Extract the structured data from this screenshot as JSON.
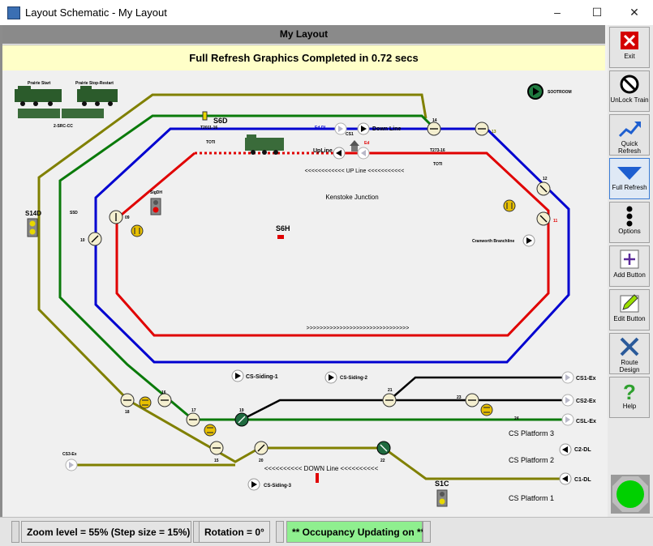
{
  "window": {
    "title": "Layout Schematic - My Layout",
    "controls": [
      "–",
      "☐",
      "✕"
    ]
  },
  "header": {
    "title": "My Layout"
  },
  "status": {
    "message": "Full Refresh Graphics Completed in 0.72 secs"
  },
  "colors": {
    "up_line": "#e00000",
    "down_line": "#0000d0",
    "green_line": "#0a7a0a",
    "olive_line": "#808000",
    "siding": "#000000",
    "status_bg": "#ffffc8",
    "occupancy_bg": "#8fef8f"
  },
  "schematic": {
    "rolling_stock": {
      "loco1": "Prairie Start",
      "loco2": "Prairie Stop-Restart",
      "coach": "2-SRC-CC"
    },
    "sound": "SOOTROOM",
    "lines": {
      "up": "<<<<<<<<<<<< UP Line <<<<<<<<<<<",
      "down": ">>>>>>>>>>>>>>>>>>>>>>>>>>>>>>>",
      "down_bottom": "<<<<<<<<<< DOWN Line <<<<<<<<<<"
    },
    "station": "Kenstoke Junction",
    "platforms": [
      "CS Platform 3",
      "CS Platform 2",
      "CS Platform 1"
    ],
    "signals": {
      "s14d": "S14D",
      "s6d": "S6D",
      "s6h": "S6H",
      "s1c": "S1C",
      "s5d": "S5D",
      "sig": "SigDH"
    },
    "exits": {
      "cs1": "CS1-Ex",
      "cs2": "CS2-Ex",
      "csl": "CSL-Ex",
      "c2dl": "C2-DL",
      "c1dl": "C1-DL",
      "cs3": "CS3-Ex"
    },
    "labels": {
      "down_line": "Down Line",
      "up_line": "UpLine",
      "ed_dl": "Ed-DL",
      "ed": "Ed",
      "cs1_top": "CS1",
      "t2011": "T2011-16",
      "t273": "T273-16",
      "toti1": "TOTI",
      "toti2": "TOTI",
      "cranworth": "Cranworth Branchline",
      "cs_siding1": "CS-Siding-1",
      "cs_siding2": "CS-Siding-2",
      "cs_siding3": "CS-Siding-3"
    },
    "points": {
      "p14": "14",
      "p13": "13",
      "p12": "12",
      "p11": "11",
      "p10": "10",
      "p09": "09",
      "p16": "16",
      "p18": "18",
      "p17": "17",
      "p19": "19",
      "p21": "21",
      "p23": "23",
      "p24": "24",
      "p15": "15",
      "p20": "20",
      "p22": "22"
    }
  },
  "toolbar": {
    "exit": "Exit",
    "unlock": "UnLock Train",
    "quick": "Quick Refresh",
    "full": "Full Refresh",
    "options": "Options",
    "add": "Add Button",
    "edit": "Edit Button",
    "route": "Route Design",
    "help": "Help"
  },
  "footer": {
    "zoom": "Zoom level = 55% (Step size = 15%)",
    "rotation": "Rotation = 0°",
    "occupancy": "** Occupancy Updating on **"
  }
}
